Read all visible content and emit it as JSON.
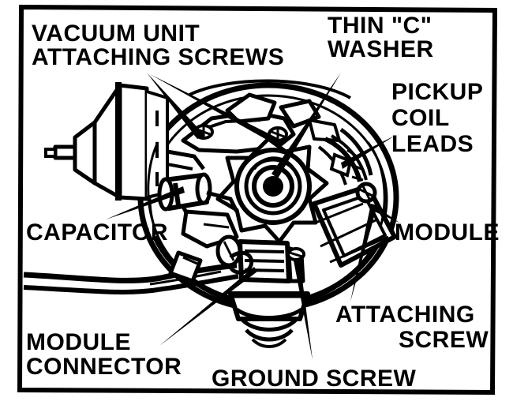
{
  "figure": {
    "title": "Electronic ignition distributor component callout diagram",
    "style": "black-and-white line art with bold capital callout labels and straight leader lines",
    "border_color": "#000000",
    "background_color": "#ffffff",
    "ink_color": "#000000"
  },
  "labels": [
    {
      "id": "vacuum-unit-attaching-screws",
      "lines": [
        "VACUUM UNIT",
        "ATTACHING SCREWS"
      ],
      "line1": "VACUUM UNIT",
      "line2": "ATTACHING SCREWS",
      "position": "top-left",
      "align": "left",
      "font_size": 27,
      "leader_count": 2
    },
    {
      "id": "thin-c-washer",
      "lines": [
        "THIN \"C\"",
        "WASHER"
      ],
      "line1": "THIN \"C\"",
      "line2": "WASHER",
      "position": "top-center-right",
      "align": "left",
      "font_size": 27,
      "leader_count": 1
    },
    {
      "id": "pickup-coil-leads",
      "lines": [
        "PICKUP",
        "COIL",
        "LEADS"
      ],
      "line1": "PICKUP",
      "line2": "COIL",
      "line3": "LEADS",
      "position": "right-upper",
      "align": "left",
      "font_size": 27,
      "leader_count": 1
    },
    {
      "id": "capacitor",
      "lines": [
        "CAPACITOR"
      ],
      "line1": "CAPACITOR",
      "position": "left-middle",
      "align": "left",
      "font_size": 27,
      "leader_count": 1
    },
    {
      "id": "module",
      "lines": [
        "MODULE"
      ],
      "line1": "MODULE",
      "position": "right-middle",
      "align": "left",
      "font_size": 27,
      "leader_count": 1
    },
    {
      "id": "attaching-screw",
      "lines": [
        "ATTACHING",
        "SCREW"
      ],
      "line1": "ATTACHING",
      "line2": "SCREW",
      "position": "bottom-right",
      "align": "right",
      "font_size": 27,
      "leader_count": 1
    },
    {
      "id": "module-connector",
      "lines": [
        "MODULE",
        "CONNECTOR"
      ],
      "line1": "MODULE",
      "line2": "CONNECTOR",
      "position": "bottom-left",
      "align": "left",
      "font_size": 27,
      "leader_count": 1
    },
    {
      "id": "ground-screw",
      "lines": [
        "GROUND SCREW"
      ],
      "line1": "GROUND SCREW",
      "position": "bottom-center",
      "align": "left",
      "font_size": 27,
      "leader_count": 1
    }
  ],
  "components": [
    {
      "id": "vacuum-advance-unit",
      "name": "Vacuum advance canister",
      "location": "left"
    },
    {
      "id": "distributor-housing",
      "name": "Distributor bowl / housing rim",
      "location": "center"
    },
    {
      "id": "pole-piece",
      "name": "Star-shaped pole piece and shaft",
      "location": "center"
    },
    {
      "id": "thin-c-washer-part",
      "name": "Thin C washer on shaft",
      "location": "center"
    },
    {
      "id": "capacitor-part",
      "name": "Cylindrical capacitor",
      "location": "left-center"
    },
    {
      "id": "module-part",
      "name": "Rounded rectangular ignition module",
      "location": "right-center"
    },
    {
      "id": "module-connector-part",
      "name": "Ribbed module connector block",
      "location": "bottom-center"
    },
    {
      "id": "ground-screw-part",
      "name": "Ground screw",
      "location": "bottom-center"
    },
    {
      "id": "attaching-screw-part",
      "name": "Module attaching screw",
      "location": "right-center"
    },
    {
      "id": "pickup-coil-leads-part",
      "name": "Pickup coil lead wires",
      "location": "right"
    },
    {
      "id": "harness-wires",
      "name": "Wiring harness leaving lower left",
      "location": "bottom-left"
    },
    {
      "id": "rubber-boot",
      "name": "Ribbed rubber boot / shaft cap",
      "location": "bottom-center"
    }
  ]
}
